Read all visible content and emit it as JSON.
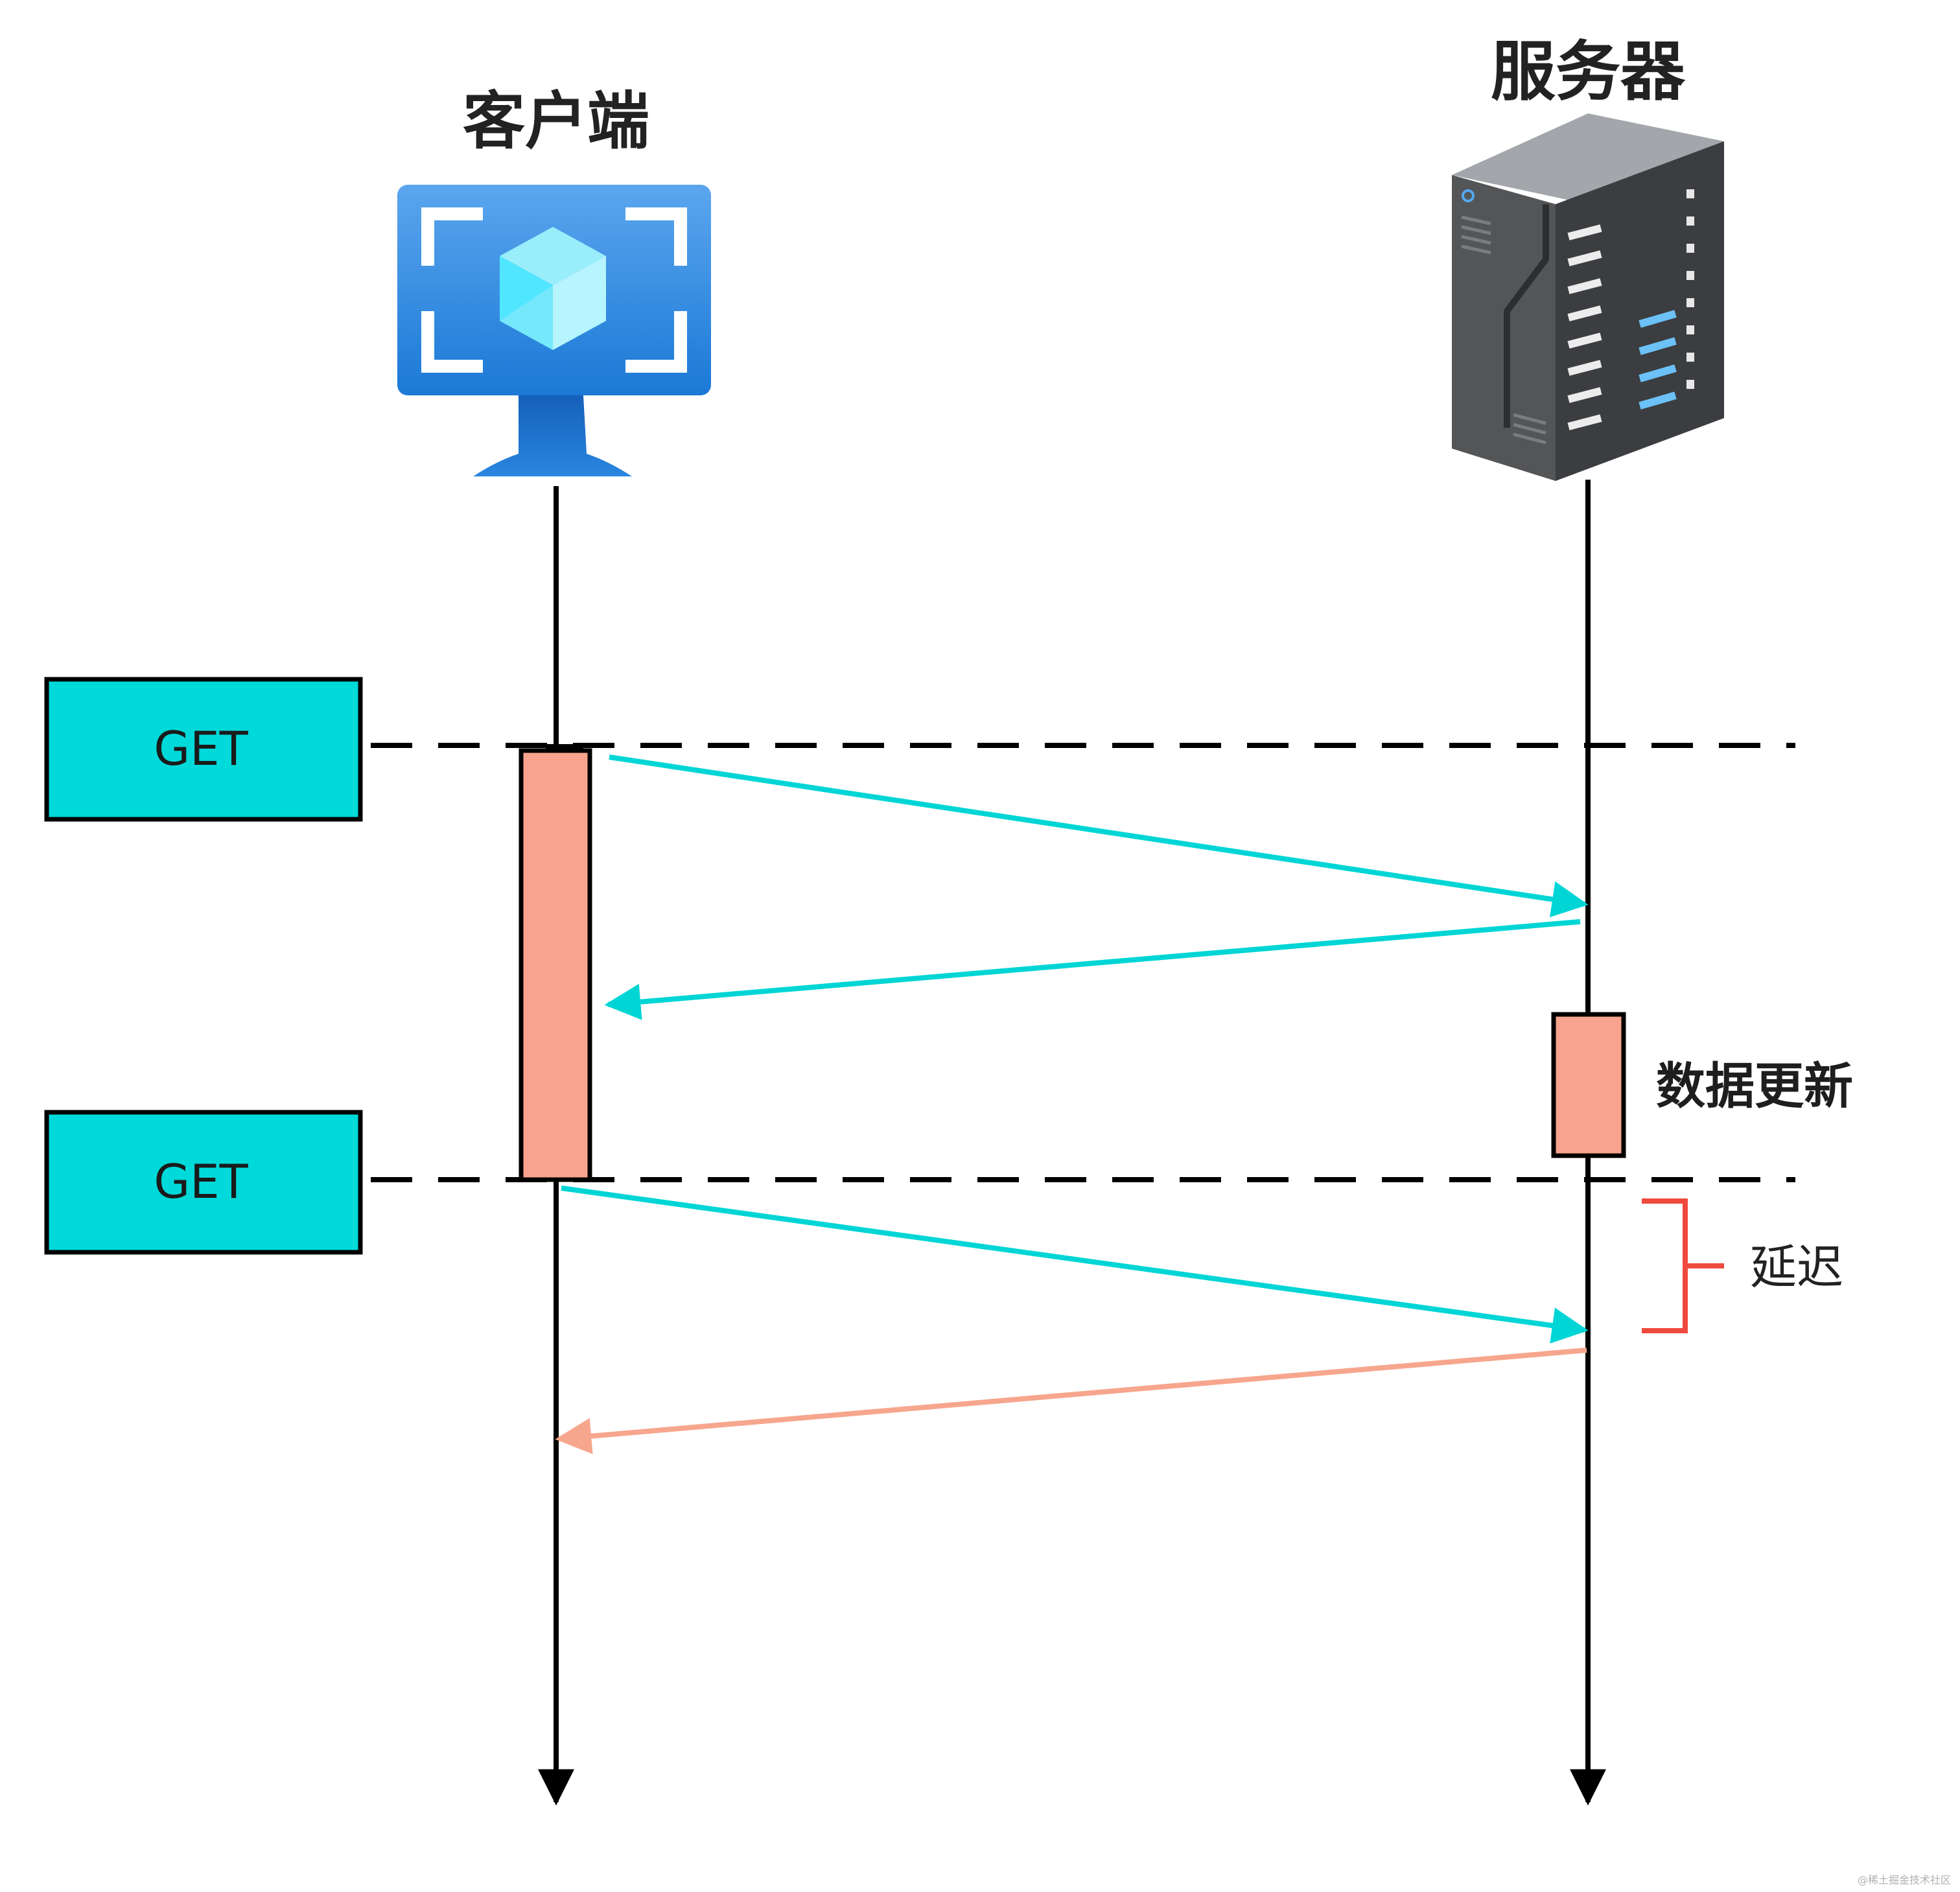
{
  "participants": {
    "client": {
      "title": "客户端",
      "icon": "monitor-icon"
    },
    "server": {
      "title": "服务器",
      "icon": "server-rack-icon"
    }
  },
  "requests": [
    {
      "label": "GET"
    },
    {
      "label": "GET"
    }
  ],
  "annotations": {
    "data_update": "数据更新",
    "delay": "延迟"
  },
  "watermark": "@稀土掘金技术社区",
  "colors": {
    "request_arrow": "#00d5d5",
    "late_response_arrow": "#f7a68e",
    "activation_fill": "#f7a38d",
    "get_box_fill": "#00d9d9",
    "delay_bracket": "#f04a3e",
    "lifeline": "#000000"
  }
}
